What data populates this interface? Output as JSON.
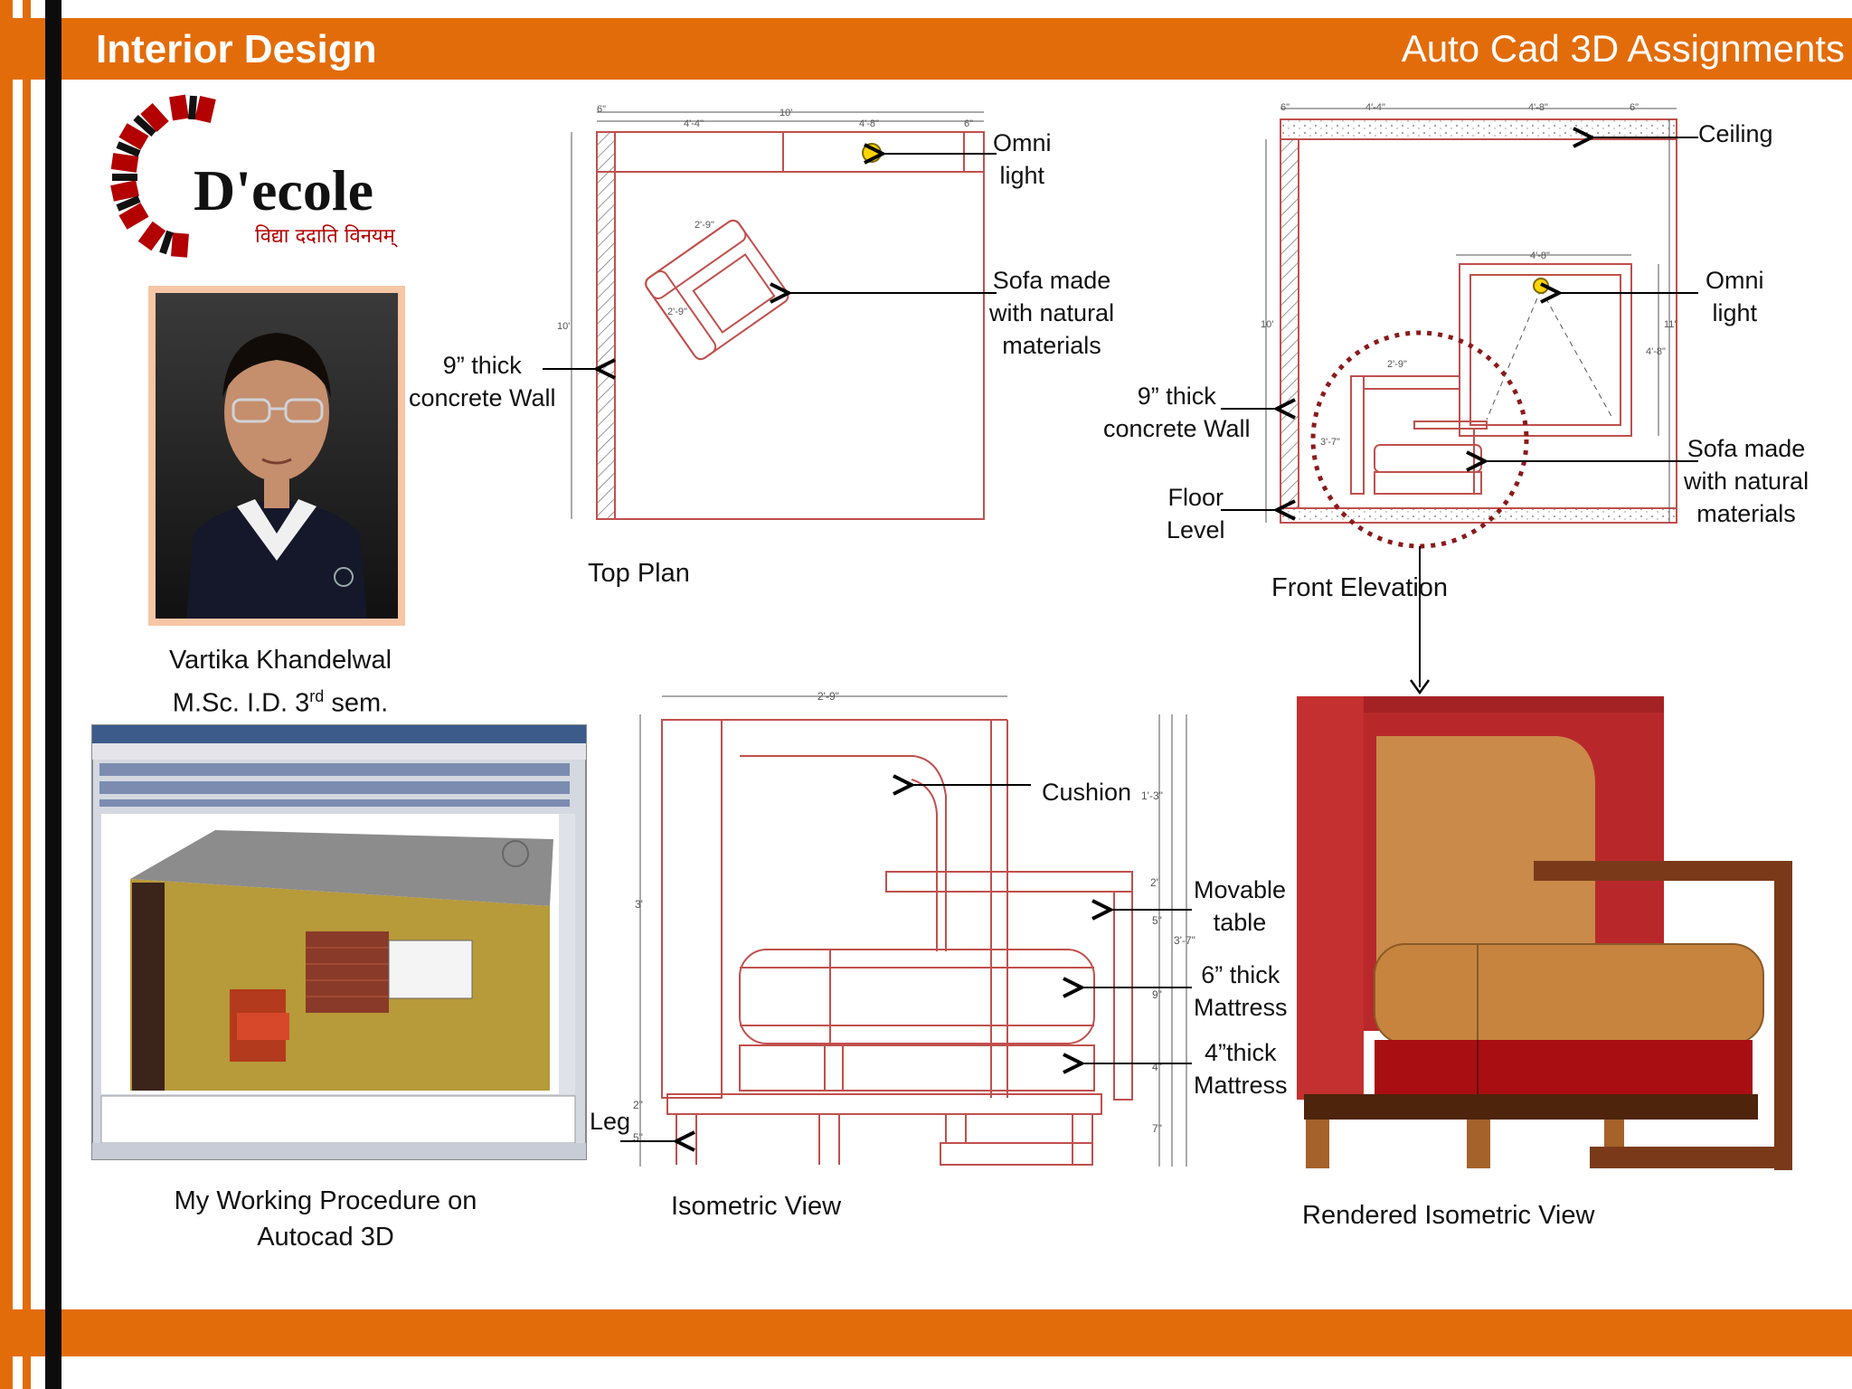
{
  "header": {
    "title": "Interior Design",
    "subtitle": "Auto Cad 3D Assignments"
  },
  "logo": {
    "wordmark": "D'ecole",
    "tagline": "विद्या ददाति विनयम्"
  },
  "student": {
    "name": "Vartika Khandelwal",
    "course_prefix": "M.Sc. I.D. 3",
    "course_sup": "rd",
    "course_suffix": " sem."
  },
  "captions": {
    "top_plan": "Top Plan",
    "front_elevation": "Front Elevation",
    "working_line1": "My Working Procedure  on",
    "working_line2": "Autocad 3D",
    "isometric": "Isometric View",
    "rendered": "Rendered Isometric View"
  },
  "annotations": {
    "omni_light_1": "Omni",
    "omni_light_2": "light",
    "sofa_1": "Sofa made",
    "sofa_2": "with natural",
    "sofa_3": "materials",
    "wall_1": "9” thick",
    "wall_2": "concrete Wall",
    "ceiling": "Ceiling",
    "floor_1": "Floor",
    "floor_2": "Level",
    "cushion": "Cushion",
    "table_1": "Movable",
    "table_2": "table",
    "mattress6_1": "6” thick",
    "mattress6_2": "Mattress",
    "mattress4_1": "4”thick",
    "mattress4_2": "Mattress",
    "leg": "Leg"
  },
  "dimensions": {
    "plan_top": [
      "6\"",
      "4'-4\"",
      "10'",
      "4'-8\"",
      "6\""
    ],
    "plan_side": "10'",
    "plan_sofa_a": "2'-9\"",
    "plan_sofa_b": "2'-9\"",
    "elev_top": [
      "6\"",
      "4'-4\"",
      "4'-8\"",
      "6\""
    ],
    "elev_side": "10'",
    "elev_frame": "4'-8\"",
    "elev_right_a": "11'",
    "elev_right_b": "4'-8\"",
    "elev_sofa_w": "2'-9\"",
    "elev_sofa_h": "3'-7\"",
    "iso_width": "2'-9\"",
    "iso_height": "3'",
    "iso_r1": "1'-3\"",
    "iso_r2": "2\"",
    "iso_r3": "5\"",
    "iso_r4": "3'-7\"",
    "iso_r5": "9\"",
    "iso_r6": "4\"",
    "iso_r7": "7\"",
    "iso_l1": "2\"",
    "iso_l2": "5\""
  },
  "colors": {
    "brand_orange": "#e36c0a",
    "cad_red": "#c0504d",
    "dark_red_circle": "#8b1a1a"
  }
}
